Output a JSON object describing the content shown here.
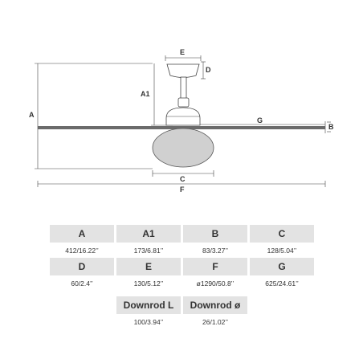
{
  "diagram": {
    "dimension_labels": {
      "A": "A",
      "A1": "A1",
      "B": "B",
      "C": "C",
      "D": "D",
      "E": "E",
      "F": "F",
      "G": "G"
    },
    "line_color": "#444444",
    "blade_color": "#6b6b6b",
    "globe_color": "#d0d0d0"
  },
  "specs": {
    "rows": [
      [
        {
          "label": "A",
          "value": "412/16.22’’"
        },
        {
          "label": "A1",
          "value": "173/6.81’’"
        },
        {
          "label": "B",
          "value": "83/3.27’’"
        },
        {
          "label": "C",
          "value": "128/5.04’’"
        }
      ],
      [
        {
          "label": "D",
          "value": "60/2.4’’"
        },
        {
          "label": "E",
          "value": "130/5.12’’"
        },
        {
          "label": "F",
          "value": "ø1290/50.8’’"
        },
        {
          "label": "G",
          "value": "625/24.61’’"
        }
      ],
      [
        {
          "label": "Downrod L",
          "value": "100/3.94’’"
        },
        {
          "label": "Downrod ø",
          "value": "26/1.02’’"
        }
      ]
    ]
  }
}
